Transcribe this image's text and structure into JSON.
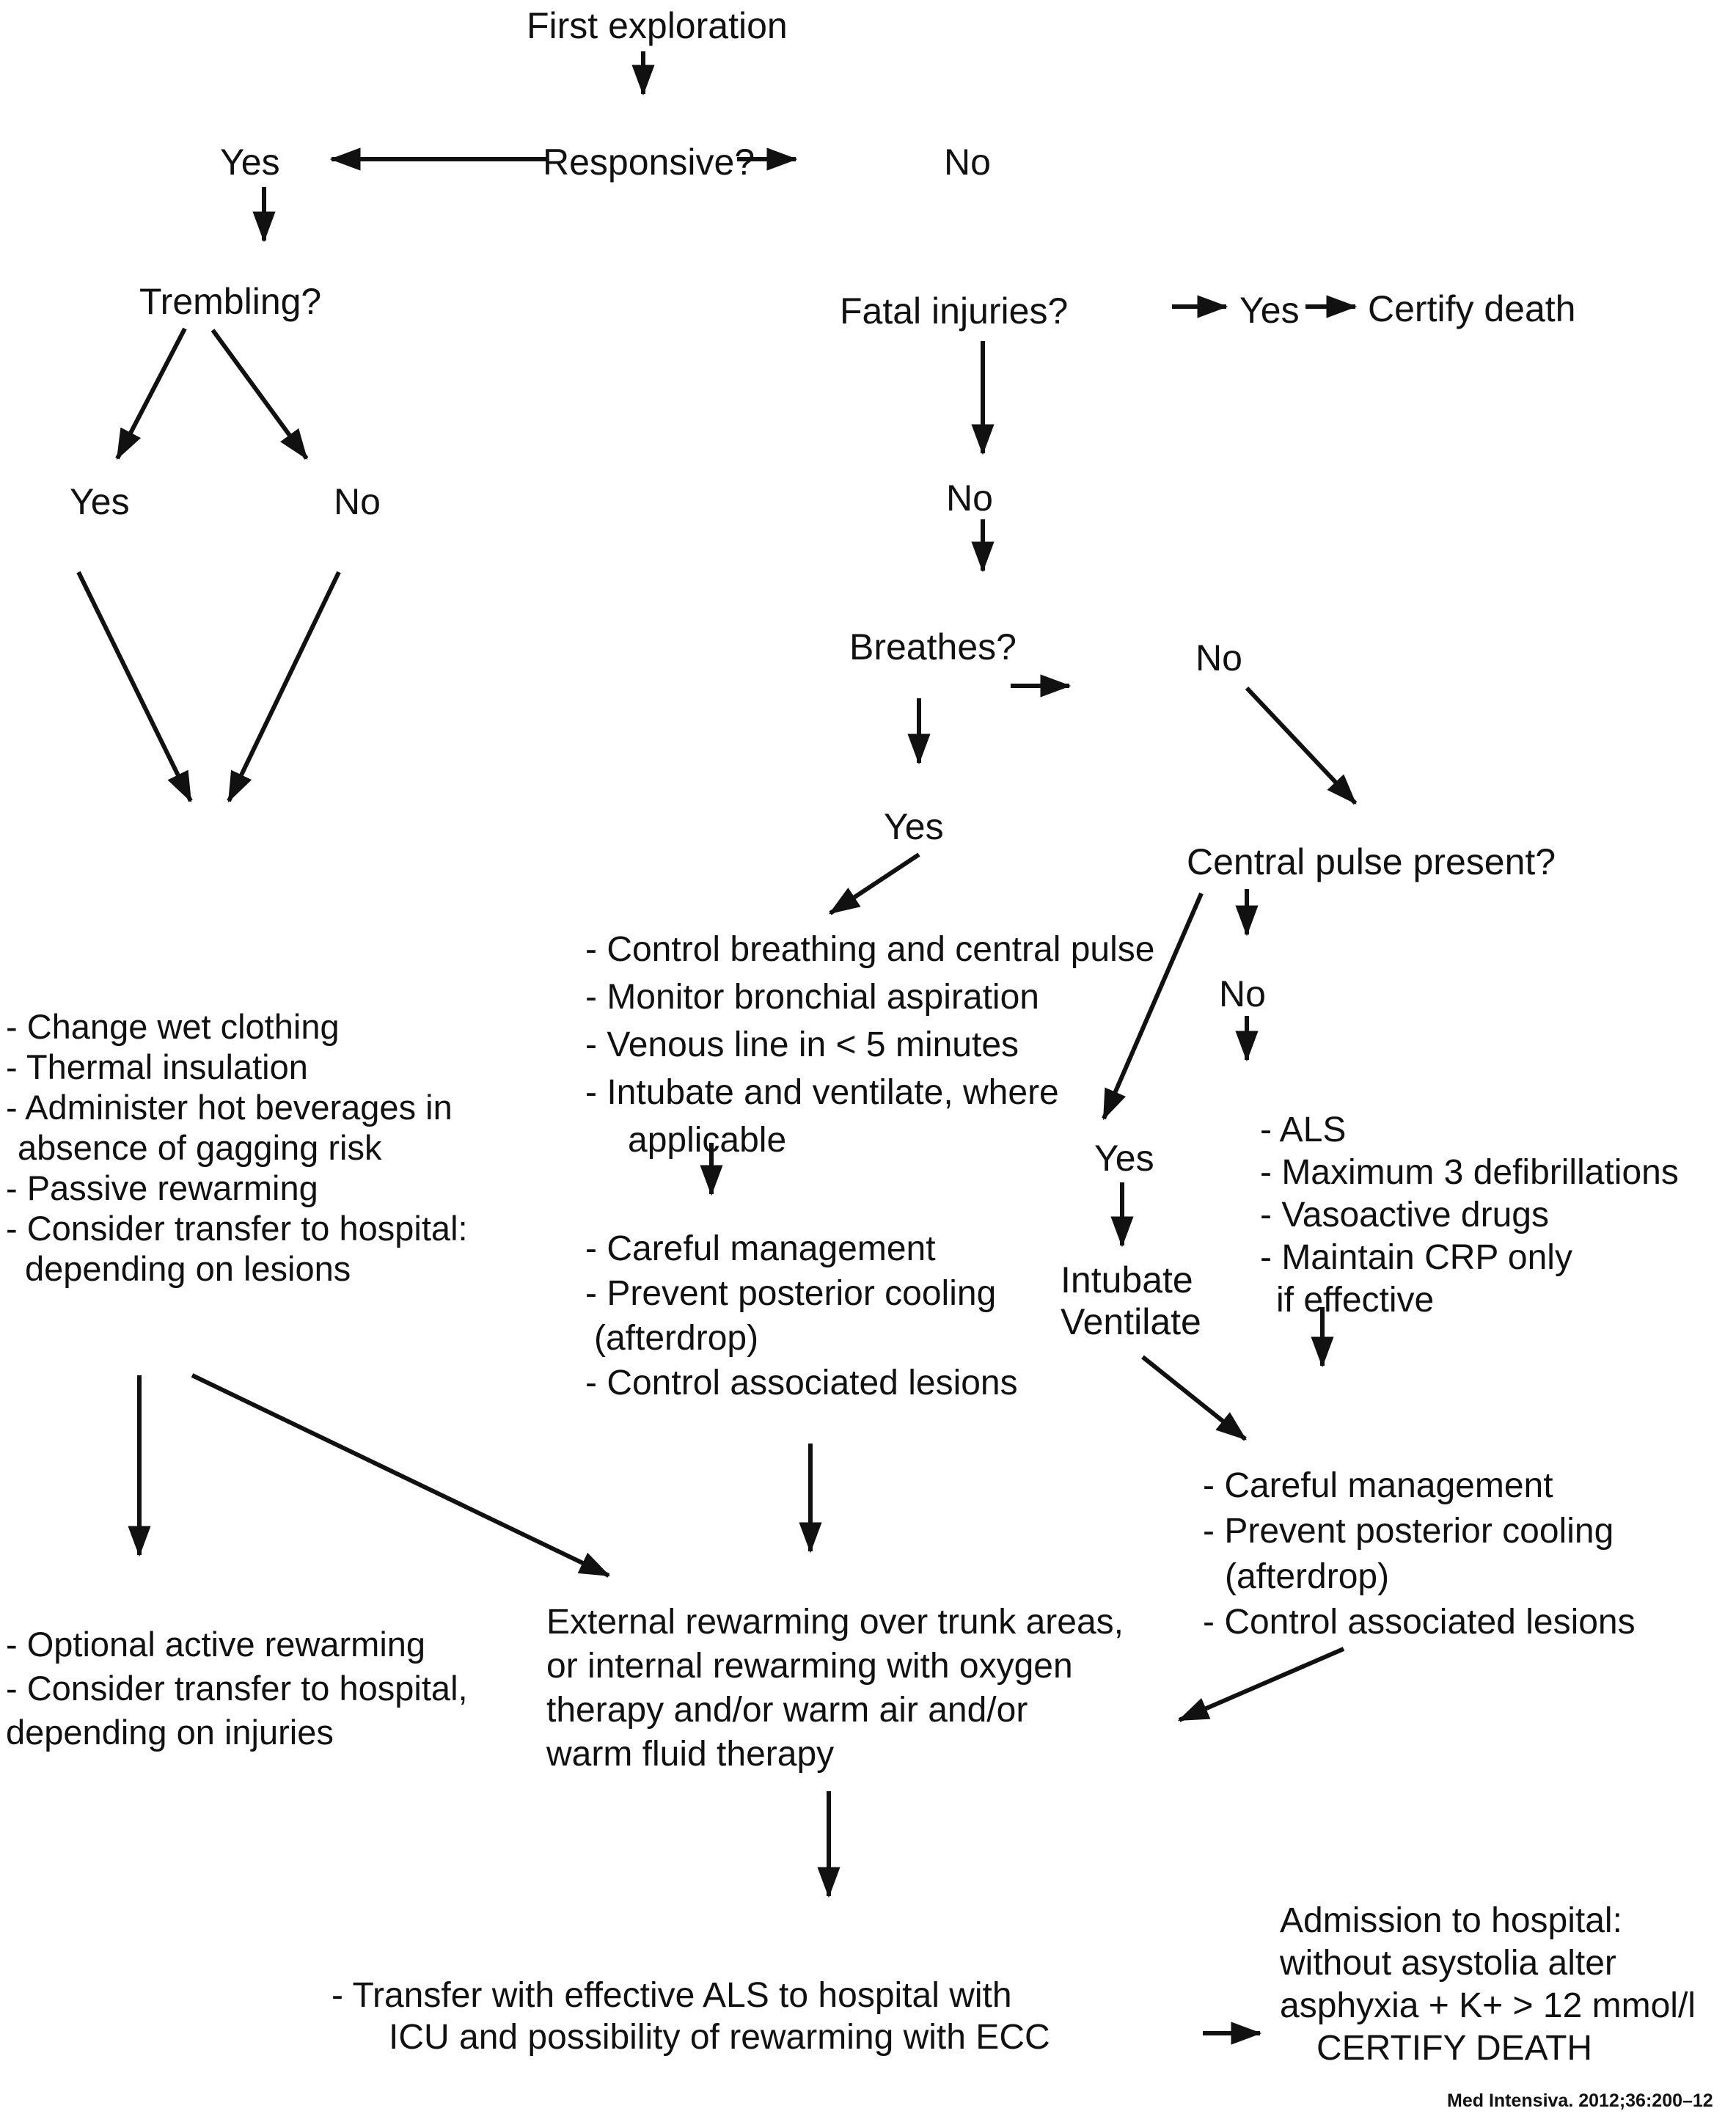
{
  "figure": {
    "nodes": {
      "first_exploration": "First exploration",
      "responsive": "Responsive?",
      "responsive_yes": "Yes",
      "responsive_no": "No",
      "trembling": "Trembling?",
      "trembling_yes": "Yes",
      "trembling_no": "No",
      "fatal_injuries": "Fatal injuries?",
      "fatal_yes": "Yes",
      "certify_death": "Certify death",
      "fatal_no": "No",
      "breathes": "Breathes?",
      "breathes_yes": "Yes",
      "breathes_no": "No",
      "central_pulse": "Central pulse present?",
      "pulse_no": "No",
      "pulse_yes": "Yes",
      "intubate_line1": "Intubate",
      "intubate_line2": "Ventilate"
    },
    "blocks": {
      "trembling_care": {
        "lines": [
          "- Change wet clothing",
          "- Thermal insulation",
          "- Administer hot beverages in",
          "absence of gagging risk",
          "- Passive rewarming",
          "- Consider transfer to hospital:",
          "depending on lesions"
        ]
      },
      "optional_rewarming": {
        "lines": [
          "- Optional active rewarming",
          "- Consider transfer to hospital,",
          "depending on injuries"
        ]
      },
      "breathing_control": {
        "lines": [
          "- Control breathing and central pulse",
          "- Monitor bronchial aspiration",
          "- Venous line in < 5 minutes",
          "- Intubate and ventilate, where",
          "applicable"
        ]
      },
      "careful_center": {
        "lines": [
          "- Careful management",
          "- Prevent posterior cooling",
          "(afterdrop)",
          "- Control associated lesions"
        ]
      },
      "als": {
        "lines": [
          "- ALS",
          "- Maximum 3 defibrillations",
          "- Vasoactive drugs",
          "- Maintain CRP only",
          "if effective"
        ]
      },
      "careful_right": {
        "lines": [
          "- Careful management",
          "- Prevent posterior cooling",
          "(afterdrop)",
          "- Control associated lesions"
        ]
      },
      "external_rewarming": {
        "lines": [
          "External rewarming over trunk areas,",
          "or internal rewarming with oxygen",
          "therapy and/or warm air and/or",
          "warm fluid therapy"
        ]
      },
      "transfer": {
        "lines": [
          "- Transfer with effective ALS to hospital with",
          "ICU and possibility of rewarming with ECC"
        ]
      },
      "admission": {
        "lines": [
          "Admission to hospital:",
          "without asystolia alter",
          "asphyxia + K+ > 12 mmol/l",
          "CERTIFY DEATH"
        ]
      }
    },
    "citation": "Med Intensiva. 2012;36:200–12",
    "colors": {
      "background": "#ffffff",
      "ink": "#111111"
    }
  }
}
